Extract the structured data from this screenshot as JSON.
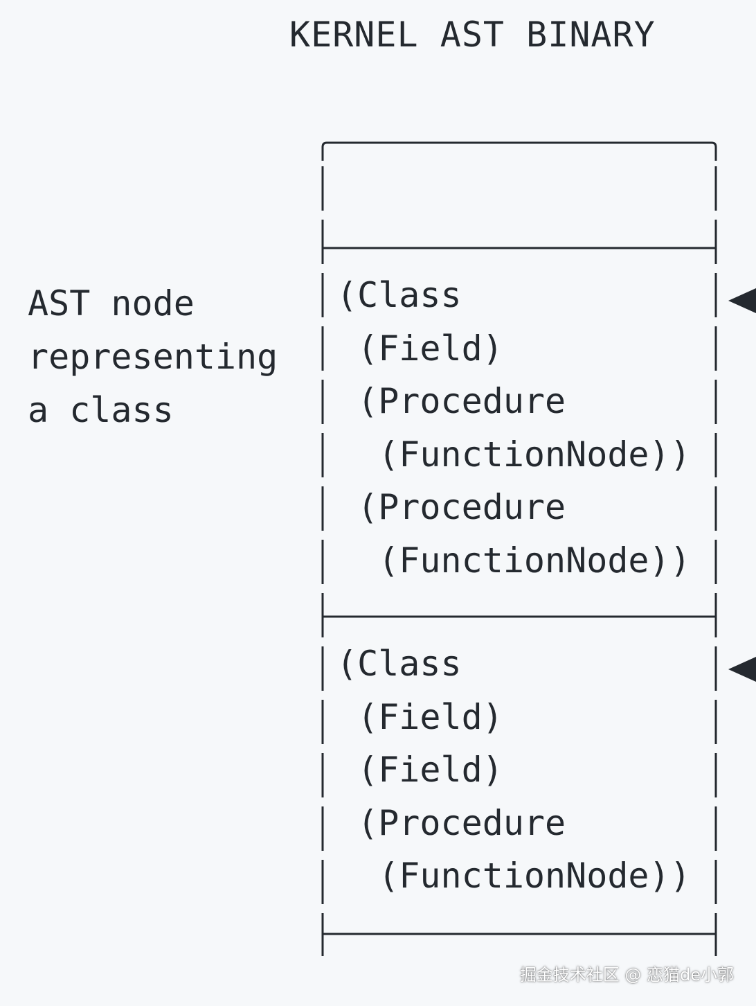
{
  "title": "KERNEL AST BINARY",
  "side_label": {
    "lines": [
      "AST node",
      "representing",
      "a class"
    ]
  },
  "blocks": [
    {
      "lines": [
        "(Class",
        " (Field)",
        " (Procedure",
        "  (FunctionNode))",
        " (Procedure",
        "  (FunctionNode))"
      ]
    },
    {
      "lines": [
        "(Class",
        " (Field)",
        " (Field)",
        " (Procedure",
        "  (FunctionNode))"
      ]
    }
  ],
  "watermark": "掘金技术社区 @ 恋猫de小郭",
  "colors": {
    "background": "#f6f8fa",
    "ink": "#24292f"
  }
}
